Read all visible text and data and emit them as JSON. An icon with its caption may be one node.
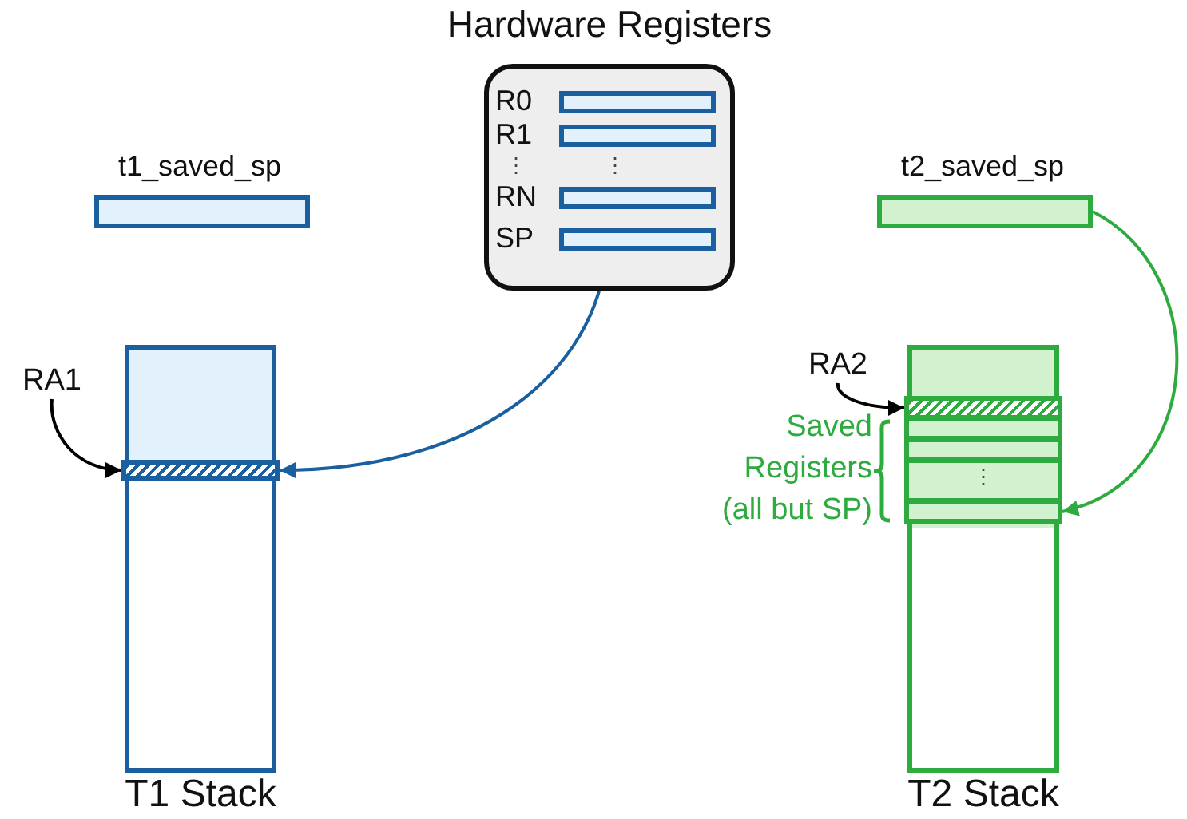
{
  "diagram": {
    "nodes": [
      {
        "text": [
          "Hardware Registers"
        ]
      },
      {
        "text": [
          "R0"
        ],
        "in": 0
      },
      {
        "text": [
          "R1"
        ],
        "in": 0
      },
      {
        "text": [
          "RN"
        ],
        "in": 0
      },
      {
        "text": [
          "SP"
        ],
        "in": 0
      },
      {
        "text": [
          "t1_saved_sp"
        ]
      },
      {
        "text": [
          "t2_saved_sp"
        ]
      },
      {
        "text": [
          "RA1"
        ]
      },
      {
        "text": [
          "T1 Stack"
        ]
      },
      {
        "text": [],
        "shape": "bar",
        "in": 8
      },
      {
        "text": [
          "RA2"
        ]
      },
      {
        "text": [
          "T2 Stack"
        ]
      },
      {
        "text": [],
        "shape": "bar",
        "in": 11
      },
      {
        "text": [],
        "shape": "bar",
        "in": 11
      },
      {
        "text": [],
        "shape": "bar",
        "in": 11
      },
      {
        "text": [
          "⋮"
        ],
        "in": 11
      },
      {
        "text": [],
        "shape": "bar",
        "in": 11
      }
    ],
    "edges": [
      {
        "from": 4,
        "to": 9,
        "arrow": "to",
        "color": "#1a5fa0"
      },
      {
        "from": 6,
        "to": 16,
        "arrow": "to",
        "color": "#2eab3f"
      },
      {
        "from": 7,
        "to": 9,
        "arrow": "to",
        "color": "#000000"
      },
      {
        "from": 10,
        "to": 12,
        "arrow": "to",
        "color": "#000000"
      }
    ],
    "labels": [
      "⋮",
      "⋮",
      "Saved Registers (all but SP)"
    ]
  }
}
